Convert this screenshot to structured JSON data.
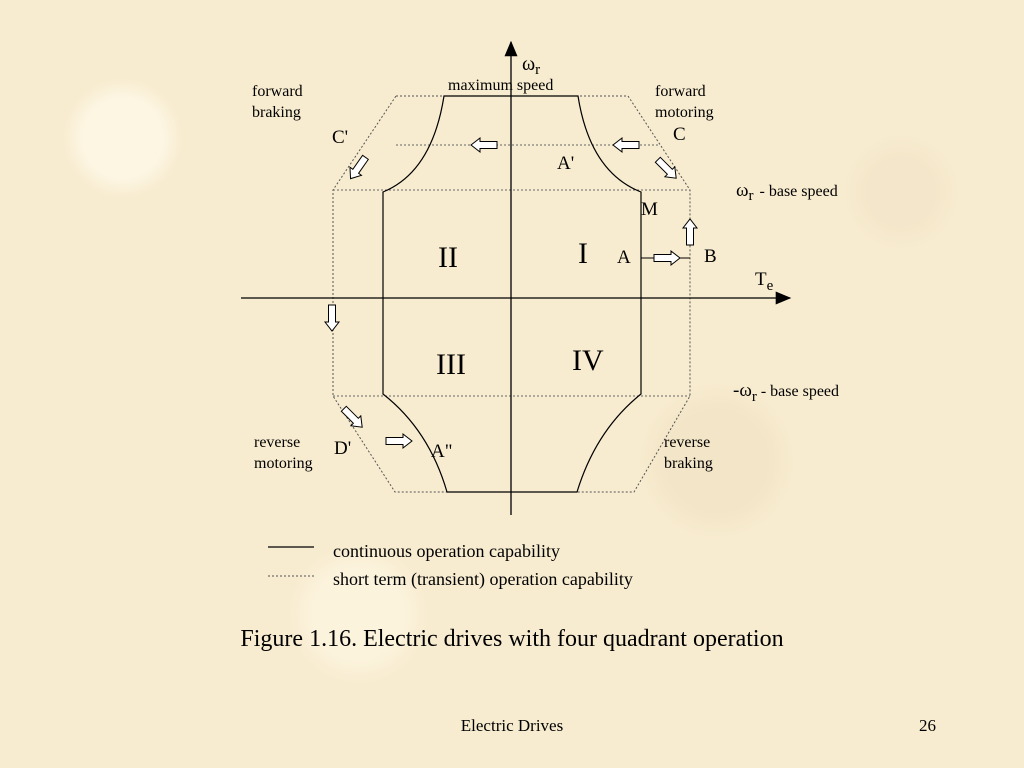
{
  "axes": {
    "y_symbol": "ω",
    "y_sub": "r",
    "x_symbol": "T",
    "x_sub": "e",
    "max_speed": "maximum speed",
    "base_speed_pos_symbol": "ω",
    "base_speed_pos_sub": "r",
    "base_speed_pos_text": "- base speed",
    "base_speed_neg_symbol": "-ω",
    "base_speed_neg_sub": "r",
    "base_speed_neg_text": "- base speed"
  },
  "regions": {
    "forward_braking": [
      "forward",
      "braking"
    ],
    "forward_motoring": [
      "forward",
      "motoring"
    ],
    "reverse_motoring": [
      "reverse",
      "motoring"
    ],
    "reverse_braking": [
      "reverse",
      "braking"
    ]
  },
  "quadrants": {
    "q1": "I",
    "q2": "II",
    "q3": "III",
    "q4": "IV"
  },
  "points": {
    "c_prime": "C'",
    "c": "C",
    "a_prime": "A'",
    "m": "M",
    "a": "A",
    "b": "B",
    "d_prime": "D'",
    "a_double_prime": "A\""
  },
  "legend": {
    "continuous": "continuous operation capability",
    "short_term": "short term (transient) operation capability"
  },
  "caption": "Figure 1.16. Electric drives with four quadrant operation",
  "footer": {
    "title": "Electric Drives",
    "page": "26"
  }
}
